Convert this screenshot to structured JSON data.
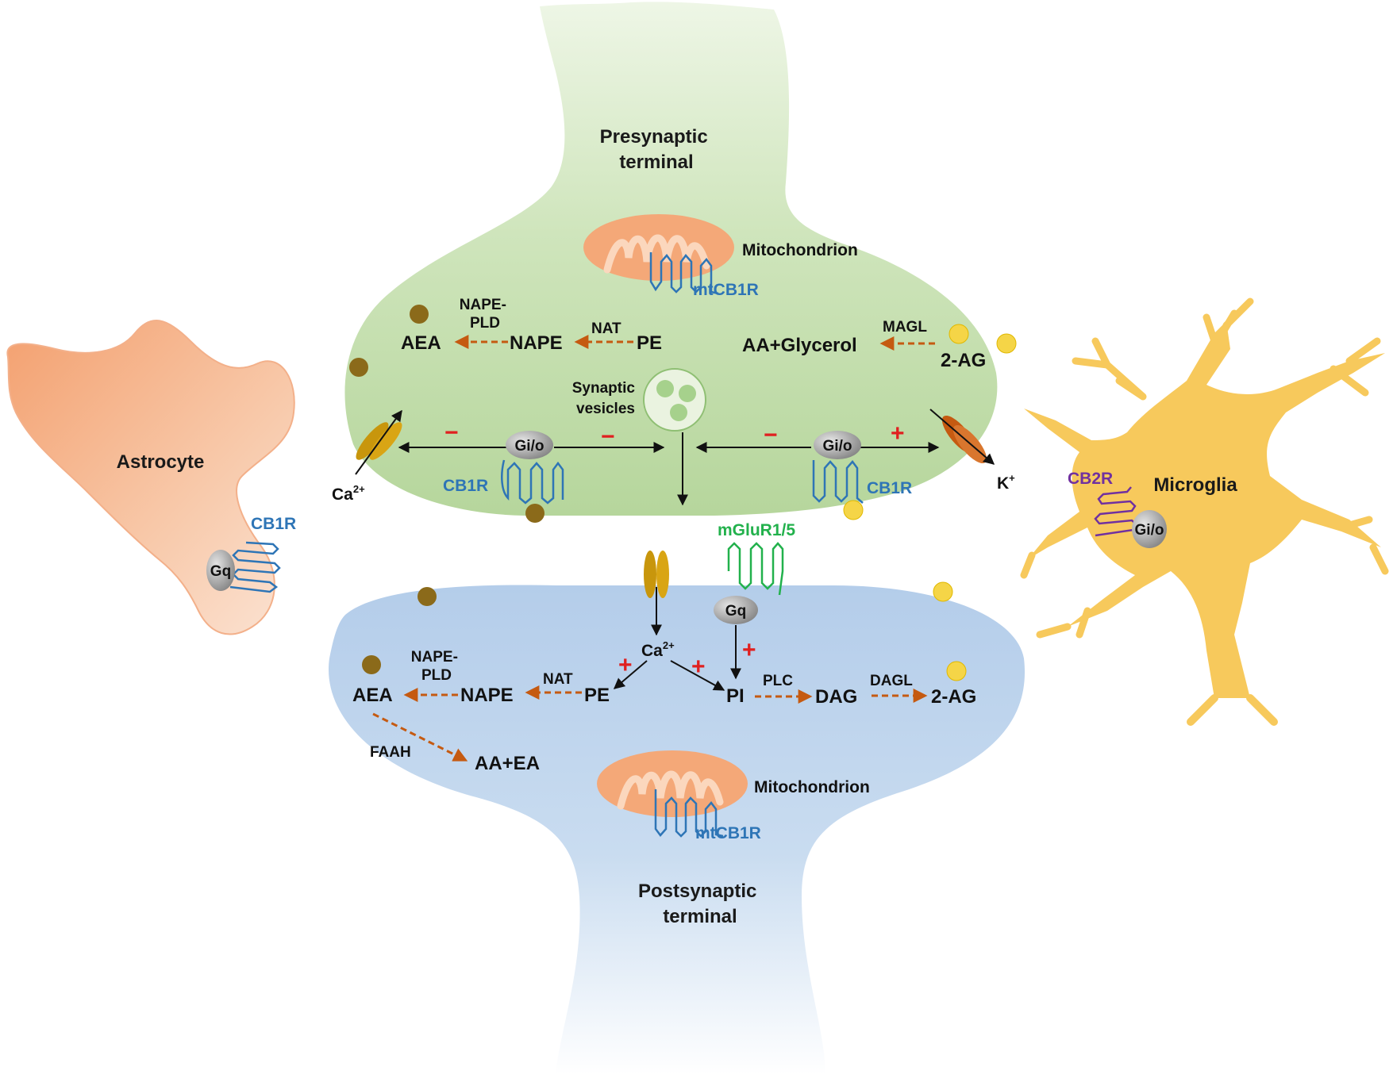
{
  "colors": {
    "presynaptic_fill": "#c8dfb3",
    "postsynaptic_fill": "#bcd4ec",
    "astrocyte_fill": "#f6b793",
    "microglia_fill": "#f7c95c",
    "mitochondrion_fill": "#f4a878",
    "receptor_blue": "#2e75b6",
    "receptor_green": "#22b14c",
    "receptor_purple": "#7030a0",
    "enzyme_arrow": "#c55a11",
    "inhibit_sign": "#e02020",
    "aea_dot": "#8b6a1a",
    "twoag_dot": "#f5d547"
  },
  "cells": {
    "presynaptic": "Presynaptic\nterminal",
    "postsynaptic": "Postsynaptic\nterminal",
    "astrocyte": "Astrocyte",
    "microglia": "Microglia"
  },
  "presynaptic": {
    "mitochondrion": "Mitochondrion",
    "mtcb1r": "mtCB1R",
    "aea": "AEA",
    "nape_pld": "NAPE-\nPLD",
    "nape": "NAPE",
    "nat": "NAT",
    "pe": "PE",
    "aa_glycerol": "AA+Glycerol",
    "magl": "MAGL",
    "two_ag": "2-AG",
    "synaptic_vesicles": "Synaptic\nvesicles",
    "gio_left": "Gi/o",
    "gio_right": "Gi/o",
    "cb1r_left": "CB1R",
    "cb1r_right": "CB1R",
    "ca_ion": "Ca",
    "ca_charge": "2+",
    "k_ion": "K",
    "k_charge": "+",
    "sign_minus": "−",
    "sign_plus": "+"
  },
  "astrocyte": {
    "receptor": "CB1R",
    "gprotein": "Gq"
  },
  "microglia": {
    "receptor": "CB2R",
    "gprotein": "Gi/o"
  },
  "postsynaptic": {
    "mglur": "mGluR1/5",
    "gq": "Gq",
    "ca_ion": "Ca",
    "ca_charge": "2+",
    "aea": "AEA",
    "nape_pld": "NAPE-\nPLD",
    "nape": "NAPE",
    "nat": "NAT",
    "pe": "PE",
    "pi": "PI",
    "plc": "PLC",
    "dag": "DAG",
    "dagl": "DAGL",
    "two_ag": "2-AG",
    "faah": "FAAH",
    "aa_ea": "AA+EA",
    "mitochondrion": "Mitochondrion",
    "mtcb1r": "mtCB1R",
    "sign_plus": "+"
  }
}
